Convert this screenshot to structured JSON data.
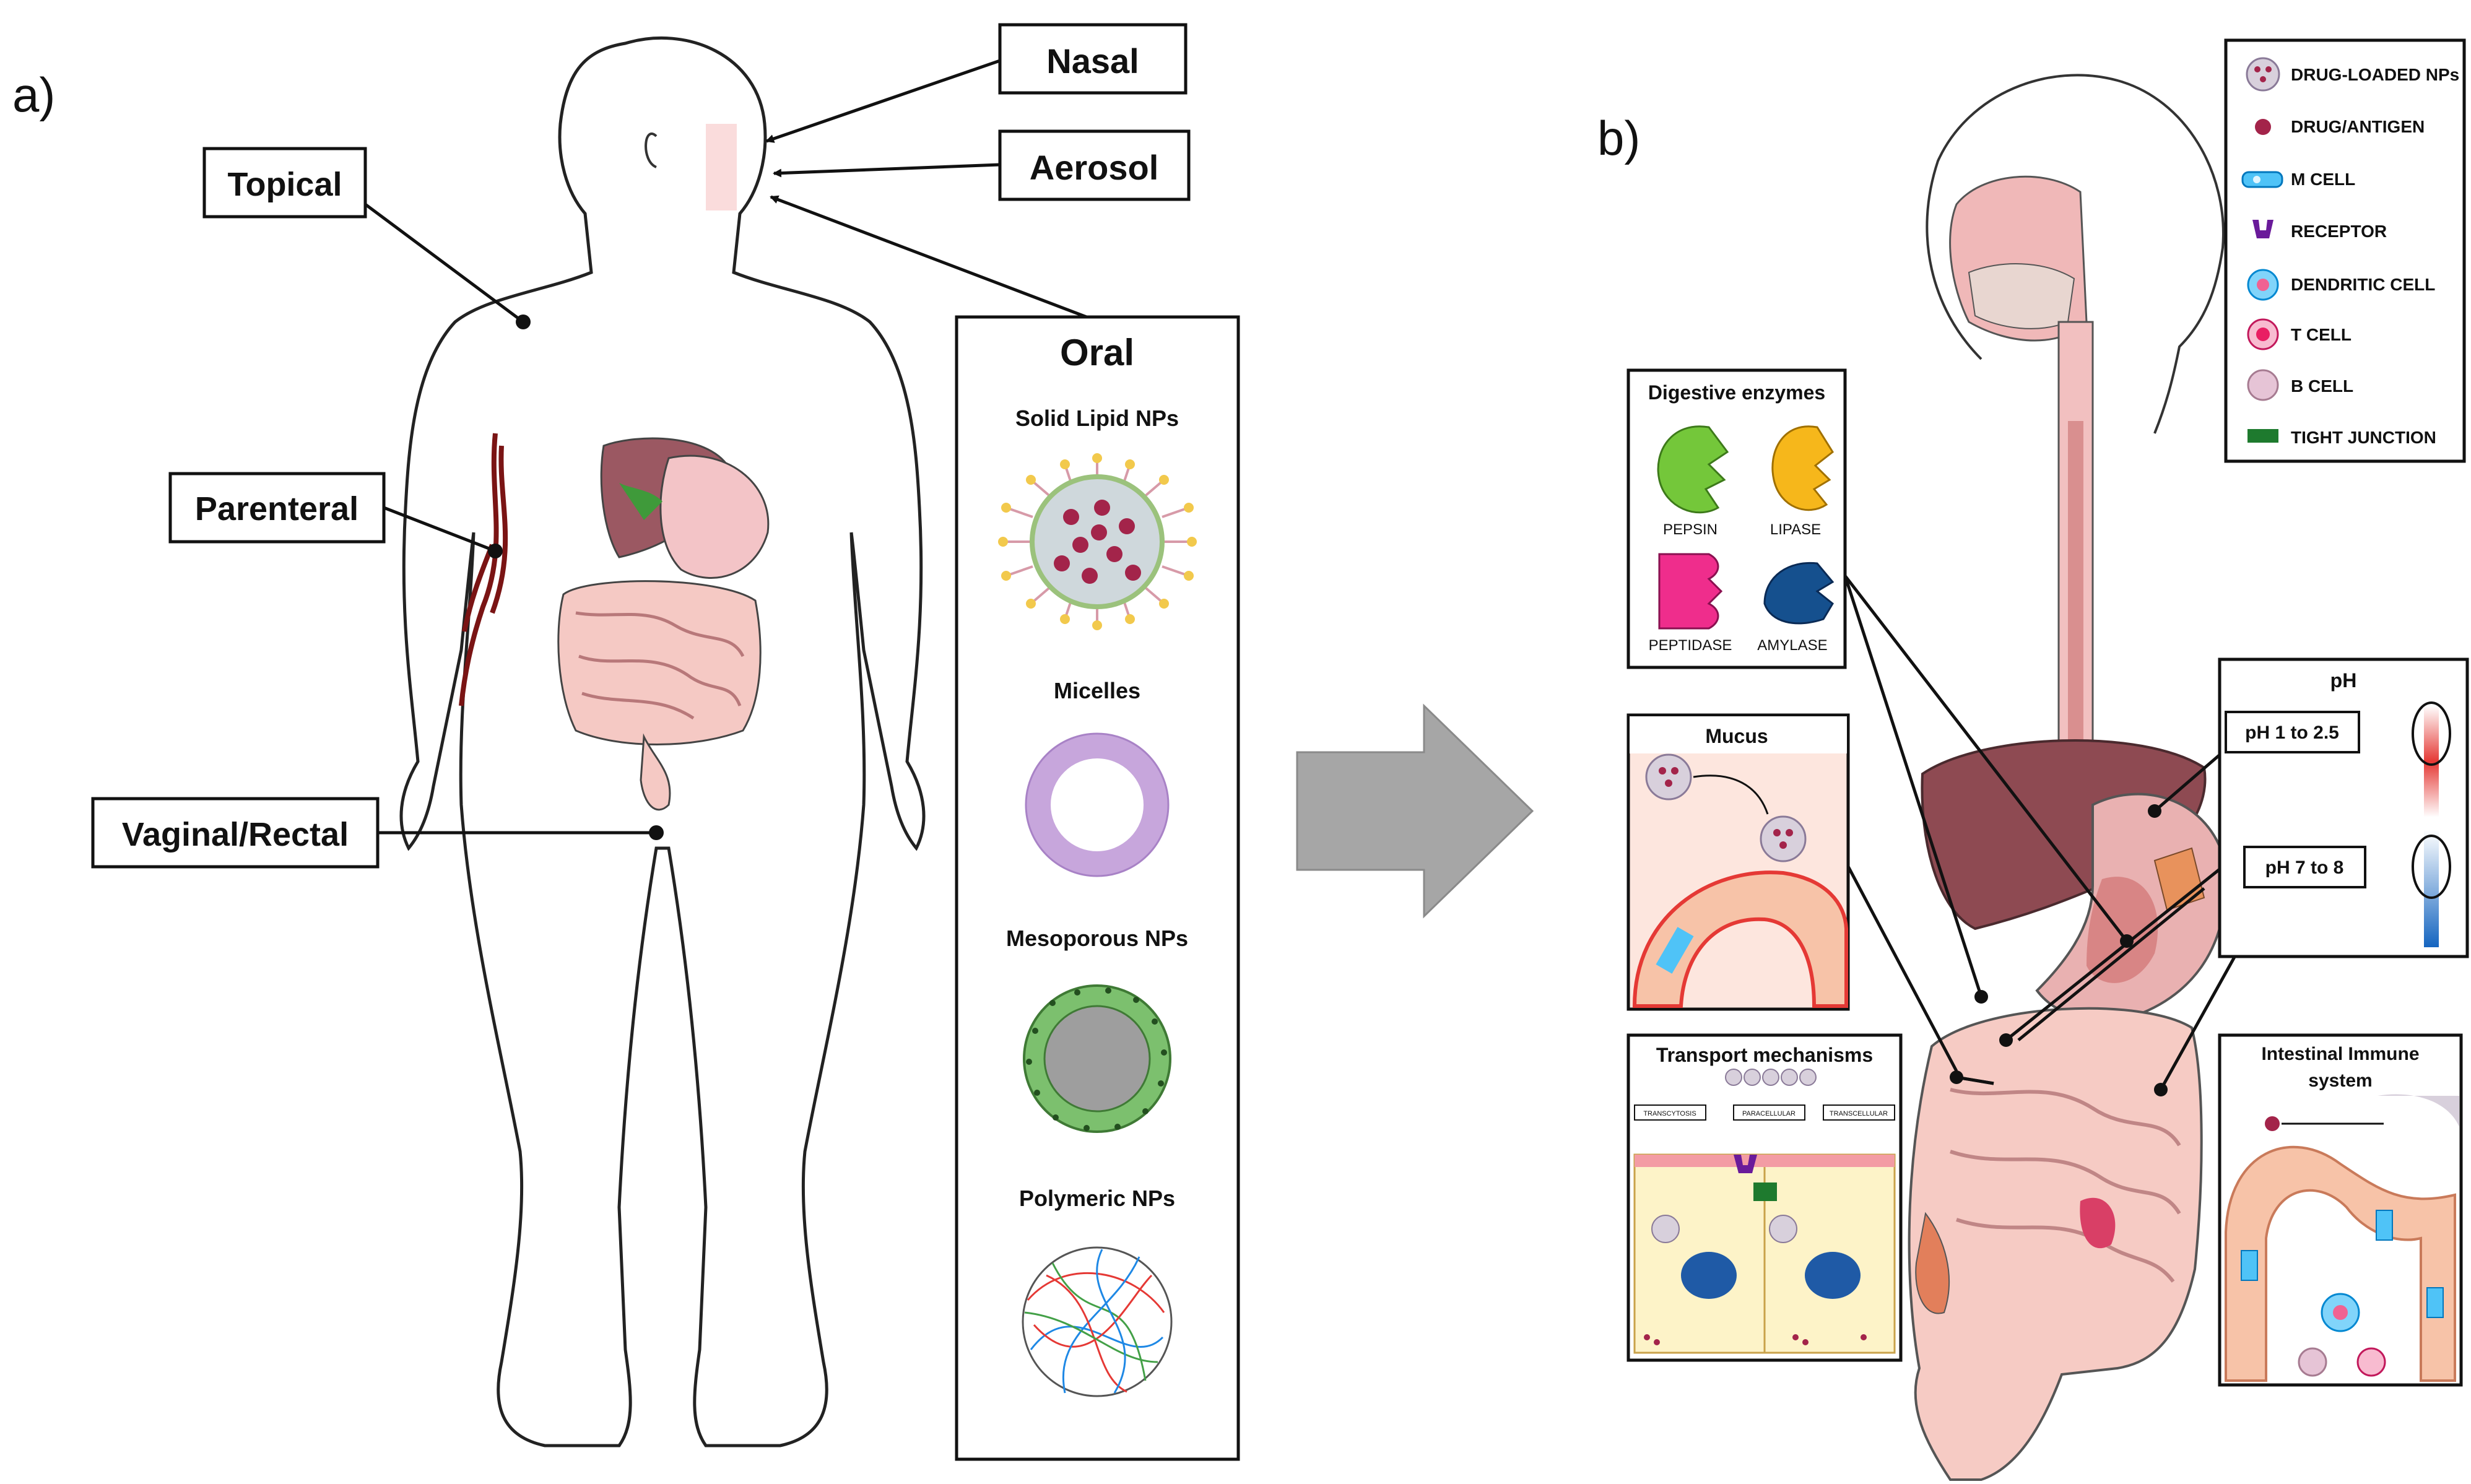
{
  "panel_a": {
    "letter": "a)",
    "labels": {
      "nasal": "Nasal",
      "aerosol": "Aerosol",
      "topical": "Topical",
      "parenteral": "Parenteral",
      "vaginal_rectal": "Vaginal/Rectal"
    },
    "oral": {
      "title": "Oral",
      "items": [
        "Solid Lipid NPs",
        "Micelles",
        "Mesoporous  NPs",
        "Polymeric NPs"
      ]
    }
  },
  "panel_b": {
    "letter": "b)",
    "legend": [
      "DRUG-LOADED NPs",
      "DRUG/ANTIGEN",
      "M CELL",
      "RECEPTOR",
      "DENDRITIC CELL",
      "T CELL",
      "B CELL",
      "TIGHT JUNCTION"
    ],
    "enzymes": {
      "title": "Digestive enzymes",
      "items": [
        "PEPSIN",
        "LIPASE",
        "PEPTIDASE",
        "AMYLASE"
      ]
    },
    "mucus": {
      "title": "Mucus"
    },
    "transport": {
      "title": "Transport mechanisms",
      "routes": [
        "TRANSCYTOSIS",
        "PARACELLULAR",
        "TRANSCELLULAR"
      ]
    },
    "ph": {
      "title": "pH",
      "stomach": "pH 1 to 2.5",
      "intestine": "pH 7 to 8"
    },
    "immune": {
      "title_line1": "Intestinal Immune",
      "title_line2": "system"
    }
  },
  "colors": {
    "skin": "#fbe3e3",
    "organ_pink": "#f2b8b8",
    "liver": "#8e4a52",
    "arrow_gray": "#a6a6a6",
    "micelle": "#c8a8dc",
    "mesoporous": "#6fb86a",
    "legend_green": "#1e7a2e"
  },
  "icons": [
    "drug-loaded-np-icon",
    "drug-antigen-icon",
    "m-cell-icon",
    "receptor-icon",
    "dendritic-cell-icon",
    "t-cell-icon",
    "b-cell-icon",
    "tight-junction-icon"
  ]
}
